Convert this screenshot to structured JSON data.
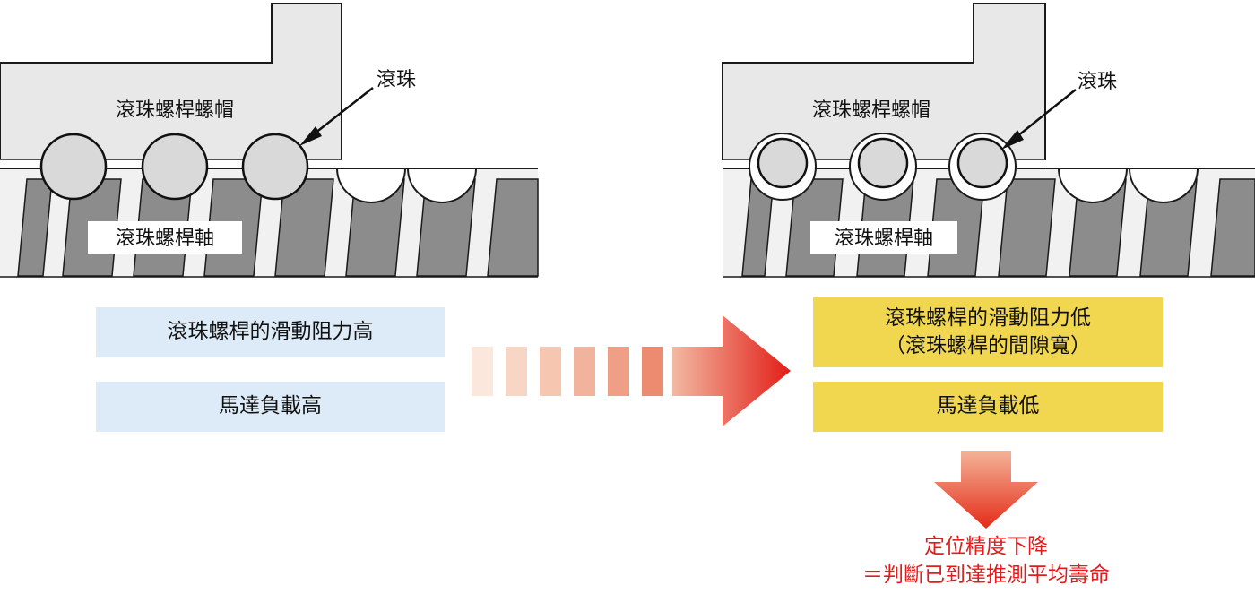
{
  "left_panel": {
    "nut_label": "滾珠螺桿螺帽",
    "shaft_label": "滾珠螺桿軸",
    "ball_label": "滾珠"
  },
  "right_panel": {
    "nut_label": "滾珠螺桿螺帽",
    "shaft_label": "滾珠螺桿軸",
    "ball_label": "滾珠"
  },
  "left_boxes": {
    "resistance": "滾珠螺桿的滑動阻力高",
    "motor_load": "馬達負載高"
  },
  "right_boxes": {
    "resistance_line1": "滾珠螺桿的滑動阻力低",
    "resistance_line2": "（滾珠螺桿的間隙寬）",
    "motor_load": "馬達負載低"
  },
  "result": {
    "line1": "定位精度下降",
    "line2": "＝判斷已到達推測平均壽命"
  },
  "colors": {
    "shaft_gray": "#8c8c8c",
    "nut_gray": "#e8e8e8",
    "box_blue": "#dcebf7",
    "box_yellow": "#f1d64f",
    "arrow_red": "#e52b24",
    "result_red": "#e41b1b"
  }
}
